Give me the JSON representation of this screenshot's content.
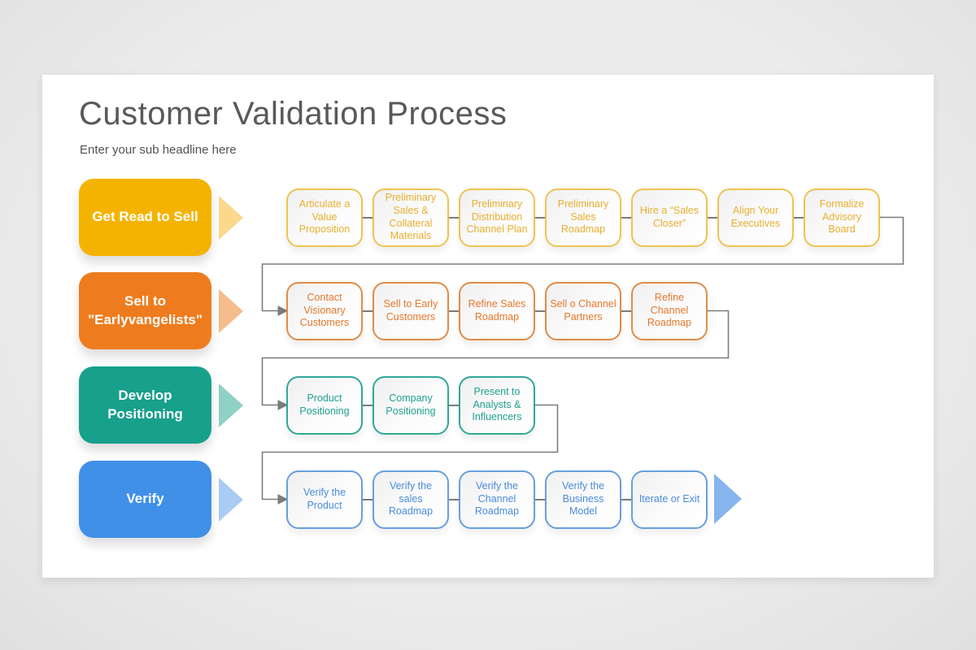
{
  "background": {
    "page": "#e9e9e9",
    "slide": "#ffffff"
  },
  "slide": {
    "title": "Customer Validation Process",
    "subtitle": "Enter your sub headline here"
  },
  "connector_color": "#7c7c7c",
  "flow_end_arrow_color": "#86b5ed",
  "rows": [
    {
      "label": "Get Read to Sell",
      "label_bg": "#f5b301",
      "arrow_color": "#fad88c",
      "box_border": "#edc452",
      "box_text": "#e9af2f",
      "steps": [
        "Articulate a Value Proposition",
        "Preliminary Sales & Collateral Materials",
        "Preliminary Distribution Channel Plan",
        "Preliminary Sales Roadmap",
        "Hire a “Sales Closer”",
        "Align Your Executives",
        "Formalize Advisory Board"
      ]
    },
    {
      "label": "Sell to \"Earlyvangelists\"",
      "label_bg": "#ee7c1e",
      "arrow_color": "#f5bc8c",
      "box_border": "#e08c48",
      "box_text": "#e5772a",
      "steps": [
        "Contact Visionary Customers",
        "Sell to Early Customers",
        "Refine Sales Roadmap",
        "Sell o Channel Partners",
        "Refine Channel Roadmap"
      ]
    },
    {
      "label": "Develop Positioning",
      "label_bg": "#17a08c",
      "arrow_color": "#8fd1c5",
      "box_border": "#30a897",
      "box_text": "#1fa28f",
      "steps": [
        "Product Positioning",
        "Company Positioning",
        "Present to Analysts & Influencers"
      ]
    },
    {
      "label": "Verify",
      "label_bg": "#4190e8",
      "arrow_color": "#a9cbf4",
      "box_border": "#699fdb",
      "box_text": "#4a8dd8",
      "steps": [
        "Verify the Product",
        "Verify the sales Roadmap",
        "Verify the Channel Roadmap",
        "Verify the Business Model",
        "Iterate or Exit"
      ]
    }
  ]
}
